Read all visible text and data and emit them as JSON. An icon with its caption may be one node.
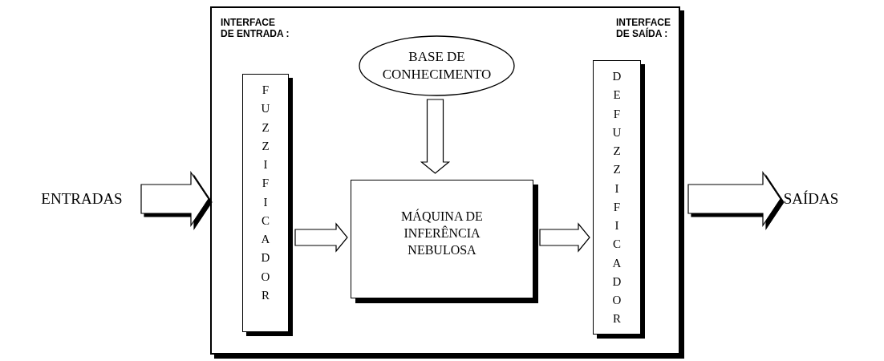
{
  "diagram": {
    "nodes": [
      {
        "text": [],
        "shape": "box"
      },
      {
        "text": [
          "INTERFACE DE ENTRADA :",
          "FUZZIFICADOR"
        ],
        "in": 0
      },
      {
        "text": [
          "BASE DE CONHECIMENTO"
        ],
        "in": 0
      },
      {
        "text": [
          "MÁQUINA DE INFERÊNCIA NEBULOSA"
        ],
        "in": 0
      },
      {
        "text": [
          "INTERFACE DE SAÍDA :",
          "DEFUZZIFICADOR"
        ],
        "in": 0
      },
      {
        "text": [
          "ENTRADAS"
        ]
      },
      {
        "text": [
          "SAÍDAS"
        ]
      }
    ],
    "edges": [
      {
        "from": 5,
        "to": 0,
        "arrow": "to"
      },
      {
        "from": 1,
        "to": 3,
        "arrow": "to"
      },
      {
        "from": 2,
        "to": 3,
        "arrow": "to"
      },
      {
        "from": 3,
        "to": 4,
        "arrow": "to"
      },
      {
        "from": 0,
        "to": 6,
        "arrow": "to"
      }
    ]
  }
}
